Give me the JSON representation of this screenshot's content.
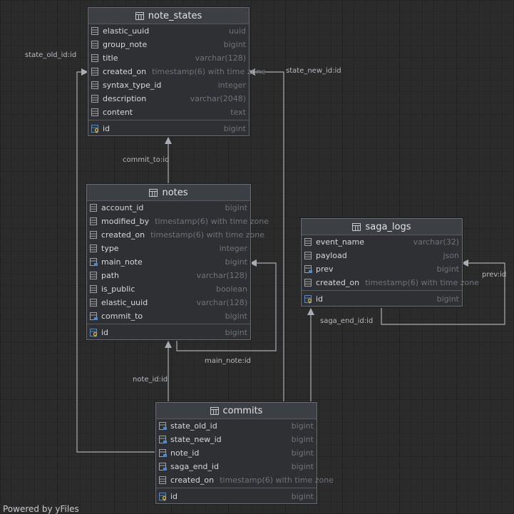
{
  "tables": {
    "note_states": {
      "name": "note_states",
      "columns": [
        {
          "name": "elastic_uuid",
          "type": "uuid",
          "icon": "column-icon"
        },
        {
          "name": "group_note",
          "type": "bigint",
          "icon": "column-icon"
        },
        {
          "name": "title",
          "type": "varchar(128)",
          "icon": "column-icon"
        },
        {
          "name": "created_on",
          "type": "timestamp(6) with time zone",
          "icon": "column-icon"
        },
        {
          "name": "syntax_type_id",
          "type": "integer",
          "icon": "column-icon"
        },
        {
          "name": "description",
          "type": "varchar(2048)",
          "icon": "column-icon"
        },
        {
          "name": "content",
          "type": "text",
          "icon": "column-icon"
        }
      ],
      "key": {
        "name": "id",
        "type": "bigint",
        "icon": "primary-key-icon"
      }
    },
    "notes": {
      "name": "notes",
      "columns": [
        {
          "name": "account_id",
          "type": "bigint",
          "icon": "column-icon"
        },
        {
          "name": "modified_by",
          "type": "timestamp(6) with time zone",
          "icon": "column-icon"
        },
        {
          "name": "created_on",
          "type": "timestamp(6) with time zone",
          "icon": "column-icon"
        },
        {
          "name": "type",
          "type": "integer",
          "icon": "column-icon"
        },
        {
          "name": "main_note",
          "type": "bigint",
          "icon": "foreign-key-icon"
        },
        {
          "name": "path",
          "type": "varchar(128)",
          "icon": "column-icon"
        },
        {
          "name": "is_public",
          "type": "boolean",
          "icon": "column-icon"
        },
        {
          "name": "elastic_uuid",
          "type": "varchar(128)",
          "icon": "column-icon"
        },
        {
          "name": "commit_to",
          "type": "bigint",
          "icon": "foreign-key-icon"
        }
      ],
      "key": {
        "name": "id",
        "type": "bigint",
        "icon": "primary-key-icon"
      }
    },
    "saga_logs": {
      "name": "saga_logs",
      "columns": [
        {
          "name": "event_name",
          "type": "varchar(32)",
          "icon": "column-icon"
        },
        {
          "name": "payload",
          "type": "json",
          "icon": "column-icon"
        },
        {
          "name": "prev",
          "type": "bigint",
          "icon": "foreign-key-icon"
        },
        {
          "name": "created_on",
          "type": "timestamp(6) with time zone",
          "icon": "column-icon"
        }
      ],
      "key": {
        "name": "id",
        "type": "bigint",
        "icon": "primary-key-icon"
      }
    },
    "commits": {
      "name": "commits",
      "columns": [
        {
          "name": "state_old_id",
          "type": "bigint",
          "icon": "foreign-key-icon"
        },
        {
          "name": "state_new_id",
          "type": "bigint",
          "icon": "foreign-key-icon"
        },
        {
          "name": "note_id",
          "type": "bigint",
          "icon": "foreign-key-icon"
        },
        {
          "name": "saga_end_id",
          "type": "bigint",
          "icon": "foreign-key-icon"
        },
        {
          "name": "created_on",
          "type": "timestamp(6) with time zone",
          "icon": "column-icon"
        }
      ],
      "key": {
        "name": "id",
        "type": "bigint",
        "icon": "primary-key-icon"
      }
    }
  },
  "relations": {
    "state_old": "state_old_id:id",
    "state_new": "state_new_id:id",
    "commit_to": "commit_to:id",
    "main_note": "main_note:id",
    "note_id": "note_id:id",
    "saga_end": "saga_end_id:id",
    "prev": "prev:id"
  },
  "colors": {
    "line": "#a9acb0",
    "fk_accent": "#4a8bd6",
    "pk_accent": "#d9b13a"
  },
  "footer": {
    "watermark": "Powered by yFiles"
  }
}
